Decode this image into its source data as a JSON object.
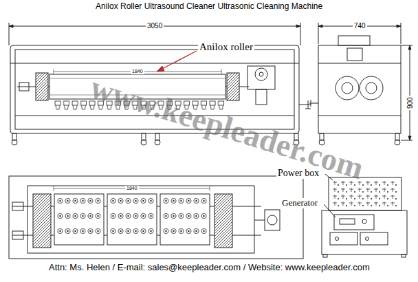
{
  "diagram": {
    "title": "Anilox Roller Ultrasound Cleaner Ultrasonic Cleaning Machine",
    "caption": "Attn: Ms. Helen / E-mail: sales@keepleader.com / Website: www.keepleader.com",
    "labels": [
      "3050",
      "740",
      "900",
      "1840",
      "1840",
      "Anilox roller",
      "Power box",
      "Generator",
      "www.keepleader.com"
    ]
  }
}
